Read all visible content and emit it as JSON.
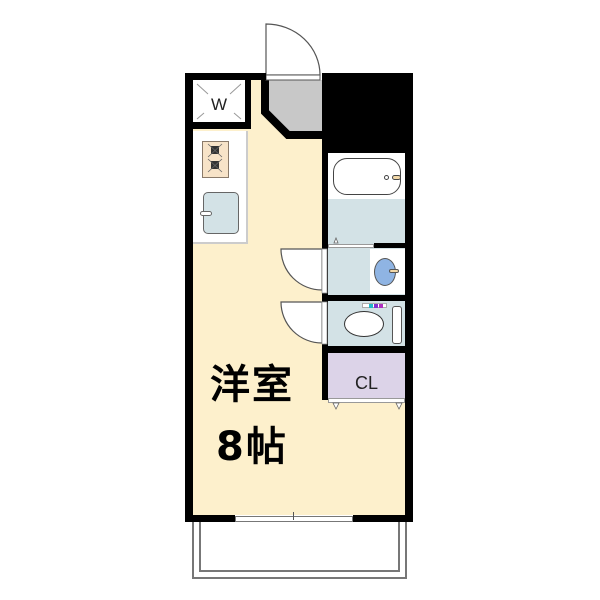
{
  "floorplan": {
    "rooms": {
      "main_room": {
        "name": "洋室",
        "size": "8帖"
      },
      "closet": {
        "label": "CL"
      },
      "washer_space": {
        "label": "W"
      }
    },
    "fixtures": [
      "entrance-door",
      "gas-stove-2-burner",
      "kitchen-sink",
      "bathtub",
      "wash-basin",
      "toilet",
      "balcony",
      "sliding-window"
    ],
    "colors": {
      "wall": "#000000",
      "floor": "#fdf0cc",
      "entrance": "#c8c8c8",
      "wet_area": "#d3e2e6",
      "closet": "#dcd3e8",
      "stove_panel": "#f7e3c8",
      "basin": "#8fb4e3"
    }
  }
}
